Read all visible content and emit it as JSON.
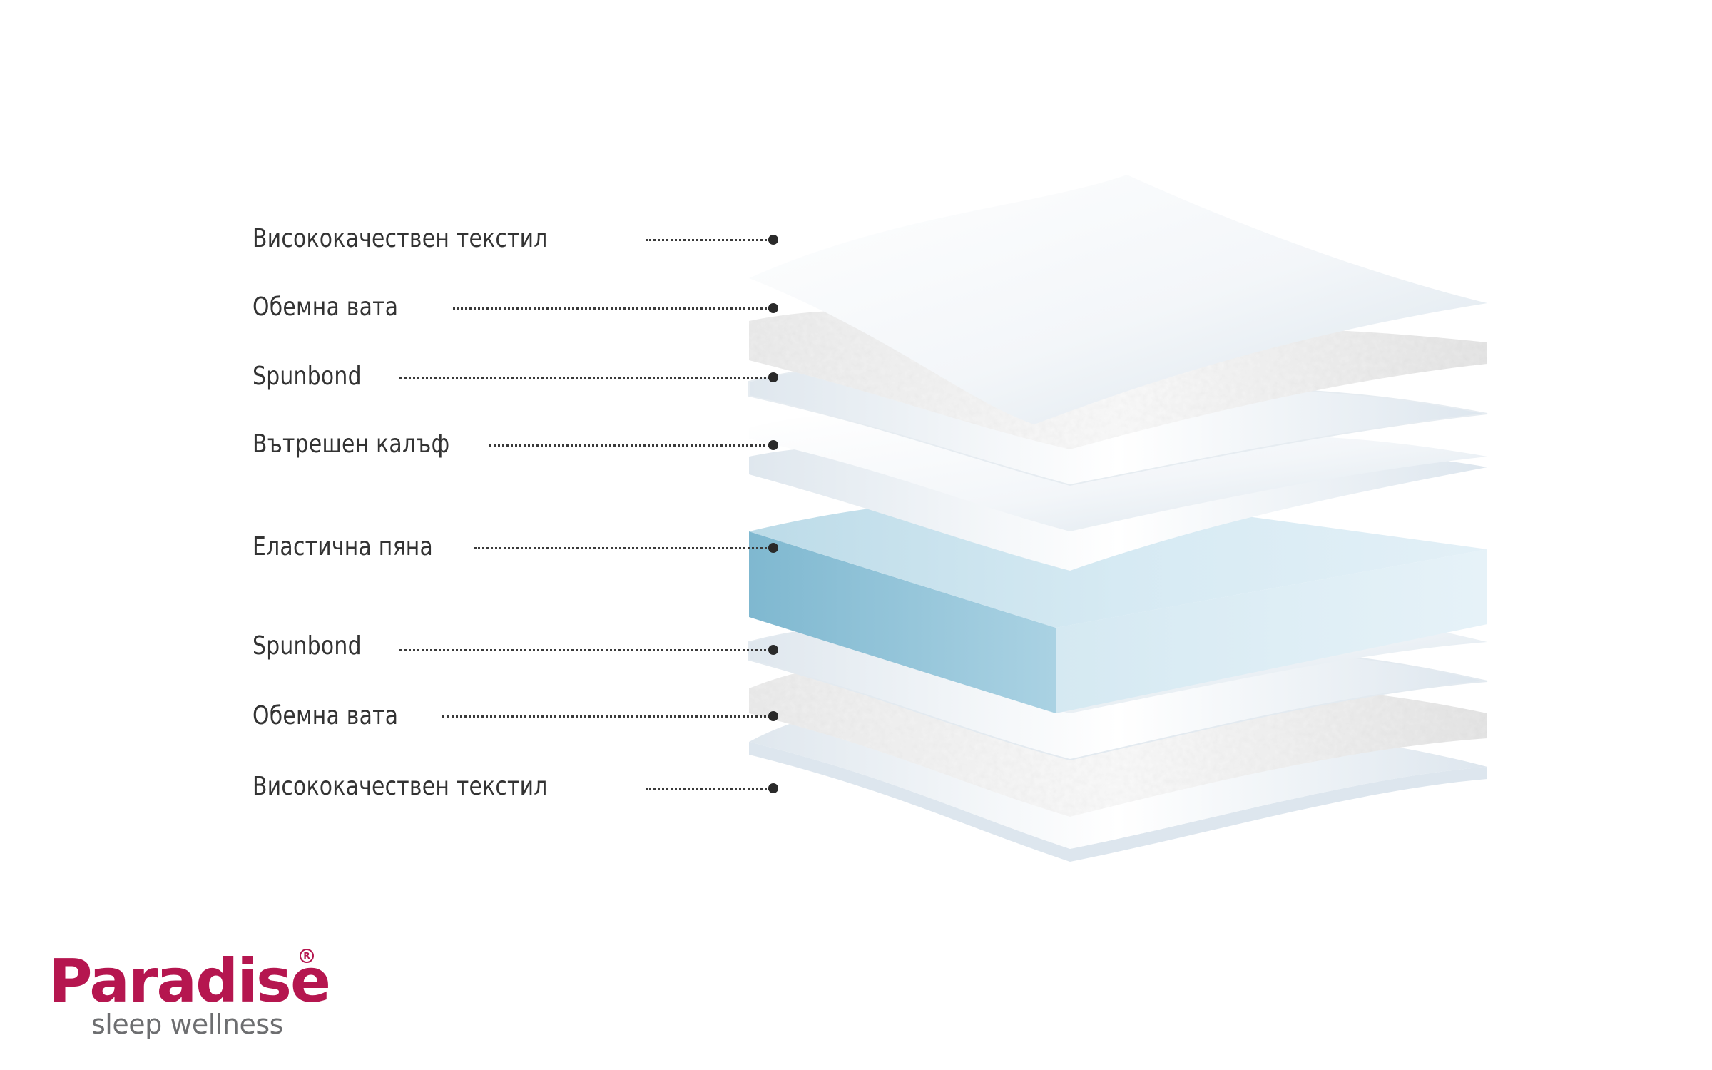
{
  "layers": [
    {
      "label": "Висококачествен текстил"
    },
    {
      "label": "Обемна вата"
    },
    {
      "label": "Spunbond"
    },
    {
      "label": "Вътрешен калъф"
    },
    {
      "label": "Еластична пяна"
    },
    {
      "label": "Spunbond"
    },
    {
      "label": "Обемна вата"
    },
    {
      "label": "Висококачествен текстил"
    }
  ],
  "logo": {
    "name": "Paradise",
    "registered_mark": "R",
    "tagline": "sleep wellness",
    "brand_color": "#b5164f",
    "tagline_color": "#6d6e70"
  },
  "colors": {
    "foam_top": "#cfe5f0",
    "foam_side": "#8ec3d8",
    "fabric": "#f4f7fa",
    "leader": "#333333"
  }
}
